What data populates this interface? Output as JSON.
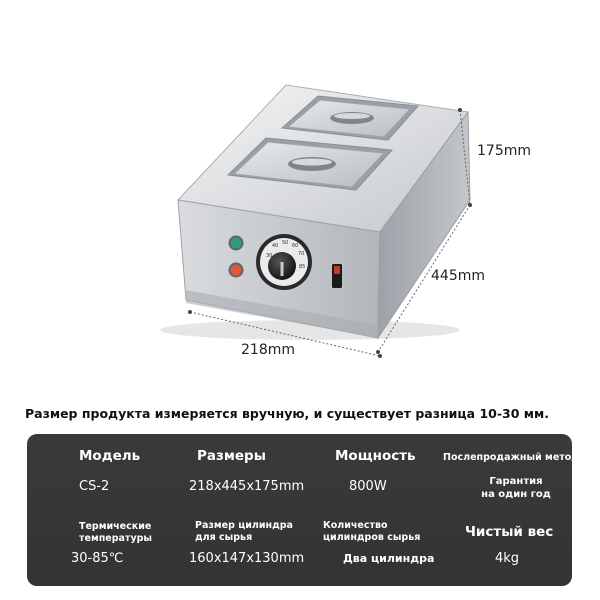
{
  "dimensions": {
    "height": "175mm",
    "length": "445mm",
    "width": "218mm"
  },
  "note": "Размер продукта измеряется вручную, и существует разница 10-30 мм.",
  "specs": {
    "model": {
      "label": "Модель",
      "value": "CS-2"
    },
    "size": {
      "label": "Размеры",
      "value": "218x445x175mm"
    },
    "power": {
      "label": "Мощность",
      "value": "800W"
    },
    "after_sales": {
      "label": "Послепродажный метод",
      "value": "Гарантия на один год"
    },
    "temperature": {
      "label": "Термические температуры",
      "value": "30-85℃"
    },
    "cylinder_size": {
      "label": "Размер цилиндра для сырья",
      "value": "160x147x130mm"
    },
    "cylinder_count": {
      "label": "Количество цилиндров сырья",
      "value": "Два цилиндра"
    },
    "net_weight": {
      "label": "Чистый вес",
      "value": "4kg"
    }
  },
  "colors": {
    "panel": "#363636",
    "steel": "#c9ccd0",
    "indicator_green": "#2f9a7a",
    "indicator_red": "#e2563a"
  },
  "dial_marks": [
    "30",
    "40",
    "50",
    "60",
    "70",
    "85"
  ]
}
